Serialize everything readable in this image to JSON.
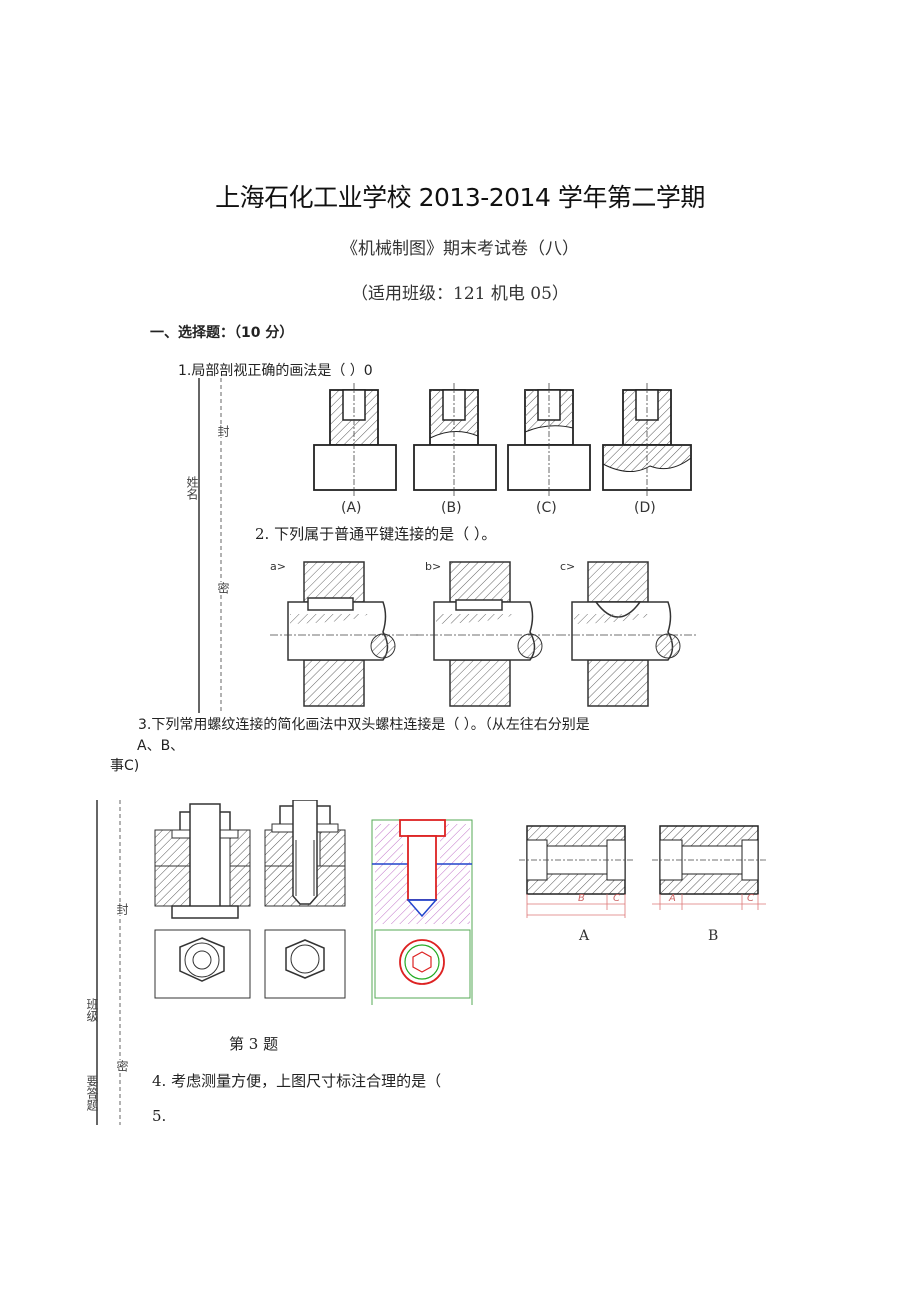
{
  "header": {
    "title": "上海石化工业学校 2013-2014 学年第二学期",
    "subtitle": "《机械制图》期末考试卷（八）",
    "applies": "（适用班级：121 机电 05）"
  },
  "section1": {
    "heading": "一、选择题：（10 分）"
  },
  "questions": {
    "q1": {
      "text": "1.局部剖视正确的画法是（              ）0",
      "options": [
        "(A)",
        "(B)",
        "(C)",
        "(D)"
      ]
    },
    "q2": {
      "text": "2. 下列属于普通平键连接的是（        ）。",
      "options": [
        "a>",
        "b>",
        "c>"
      ]
    },
    "q3": {
      "line1": "3.下列常用螺纹连接的简化画法中双头螺柱连接是（                          ）。（从左往右分别是",
      "line2": "A、B、",
      "line3": "事C)",
      "caption": "第 3 题"
    },
    "q4": {
      "text": "4. 考虑测量方便，上图尺寸标注合理的是（",
      "labels": [
        "A",
        "B"
      ],
      "dims": [
        "B",
        "C",
        "A",
        "C"
      ]
    },
    "q5": {
      "text": "5."
    }
  },
  "margin": {
    "name": "姓名",
    "feng": "封",
    "mi": "密",
    "cls": "班级",
    "answer": "要答题"
  }
}
